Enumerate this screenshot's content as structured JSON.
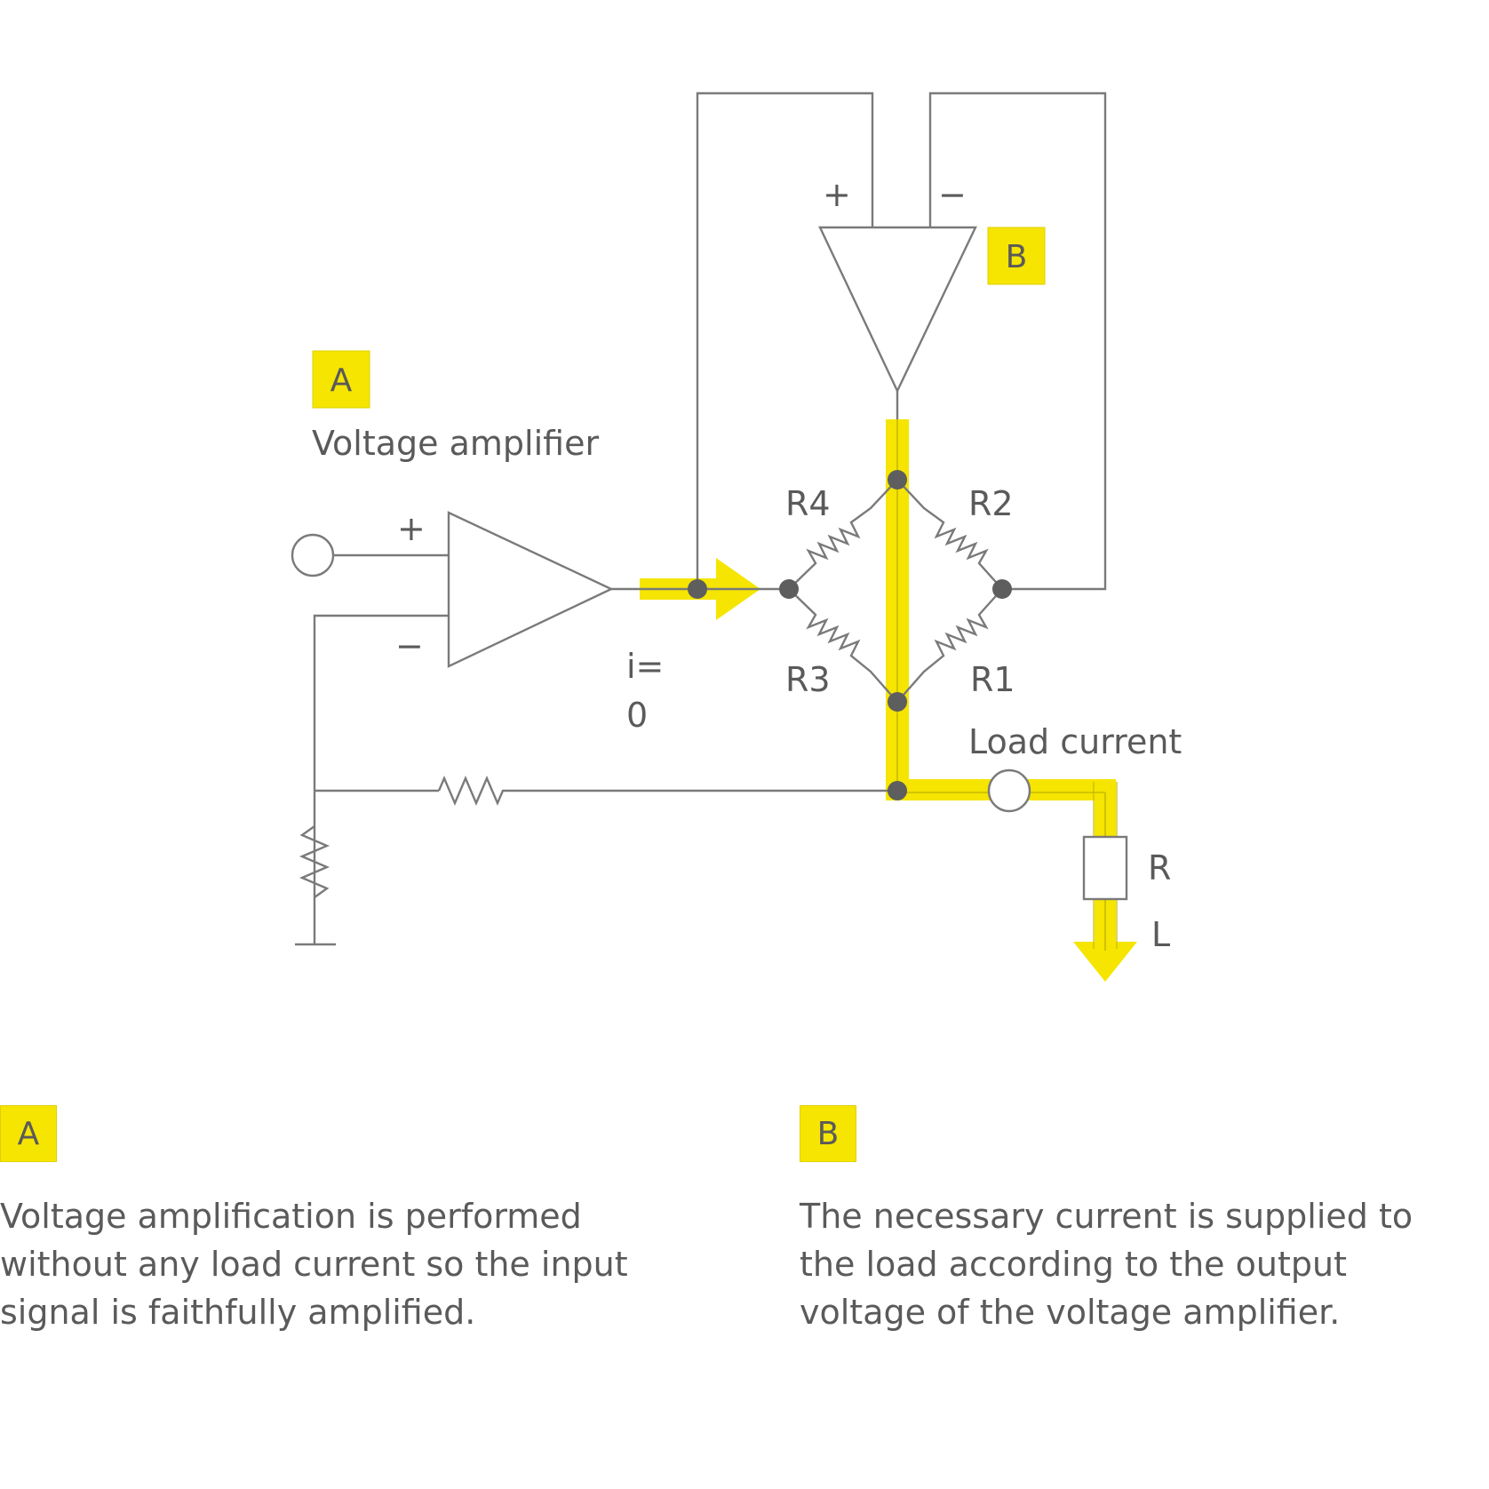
{
  "diagram": {
    "badge_a": "A",
    "badge_b": "B",
    "title_a": "Voltage amplifier",
    "plus_sign": "+",
    "minus_sign": "−",
    "current_label_line1": "i=",
    "current_label_line2": "0",
    "r1": "R1",
    "r2": "R2",
    "r3": "R3",
    "r4": "R4",
    "load_current": "Load current",
    "rl_r": "R",
    "rl_l": "L",
    "colors": {
      "highlight": "#f5e500",
      "wire": "#7a7a7a",
      "node": "#5e5e5e"
    }
  },
  "panels": {
    "a": {
      "badge": "A",
      "text": "Voltage amplification is performed without any load current so the input signal is faithfully amplified."
    },
    "b": {
      "badge": "B",
      "text": "The necessary current is supplied to the load according to the output voltage of the voltage amplifier."
    }
  }
}
